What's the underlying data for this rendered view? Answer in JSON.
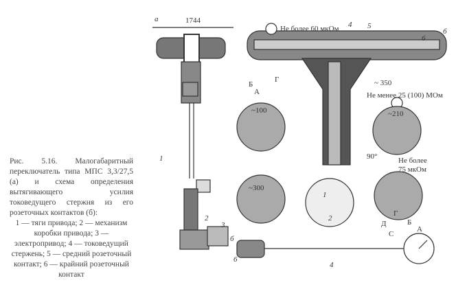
{
  "caption": {
    "title": "Рис. 5.16. Малогабаритный переключатель типа МПС 3,3/27,5 (а) и схема определения вытягивающего усилия токоведущего стержня из его розеточных контактов (б):",
    "legend": "1 — тяги привода; 2 — механизм коробки привода; 3 — электропривод; 4 — токоведущий стержень; 5 — средний розеточный контакт; 6 — крайний розеточный контакт"
  },
  "labels": {
    "view_a": "а",
    "view_b": "б",
    "view_b2": "б",
    "dim_1744": "1744",
    "n1": "1",
    "n2": "2",
    "n3": "3",
    "n4": "4",
    "n5": "5",
    "n6": "6",
    "n6b": "6",
    "n4b": "4",
    "c1": "1",
    "c2": "2",
    "res60": "Не более 60 мкОм",
    "res25": "Не менее 25 (100) МОм",
    "res75a": "Не более",
    "res75b": "75 мкОм",
    "d350": "~ 350",
    "d100": "~100",
    "d210": "~210",
    "d300": "~300",
    "angle": "90°",
    "dimA": "А",
    "dimB": "Б",
    "dimG": "Г",
    "dimA2": "А",
    "dimB2": "Б",
    "dimG2": "Г",
    "dimD": "Д",
    "dimC": "С"
  }
}
